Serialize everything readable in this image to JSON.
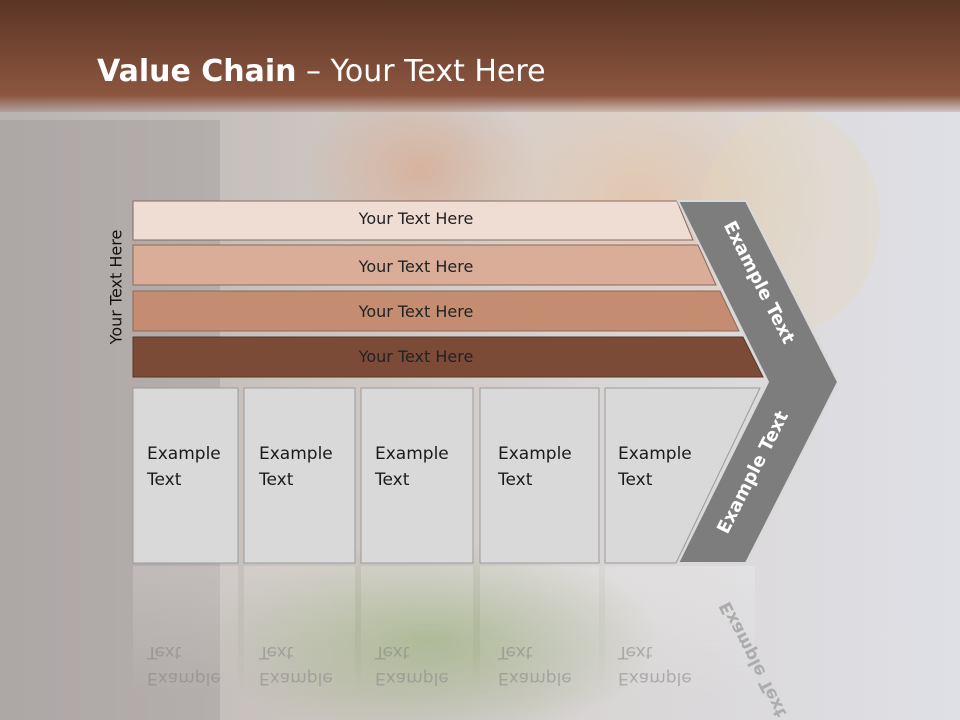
{
  "slide": {
    "title_bold": "Value Chain",
    "title_rest": " – Your Text Here",
    "side_label": "Your Text Here"
  },
  "rows": [
    {
      "label": "Your Text Here",
      "color": "#efdcd3"
    },
    {
      "label": "Your Text Here",
      "color": "#d9ad98"
    },
    {
      "label": "Your Text Here",
      "color": "#c48c70"
    },
    {
      "label": "Your Text Here",
      "color": "#7b4b37"
    }
  ],
  "boxes": [
    {
      "line1": "Example",
      "line2": "Text"
    },
    {
      "line1": "Example",
      "line2": "Text"
    },
    {
      "line1": "Example",
      "line2": "Text"
    },
    {
      "line1": "Example",
      "line2": "Text"
    },
    {
      "line1": "Example",
      "line2": "Text"
    }
  ],
  "chevron": {
    "upper_label": "Example Text",
    "lower_label": "Example Text",
    "color": "#7d7d7d"
  },
  "colors": {
    "title_bar": "#7a4733",
    "box_fill": "#d9d9d9"
  }
}
